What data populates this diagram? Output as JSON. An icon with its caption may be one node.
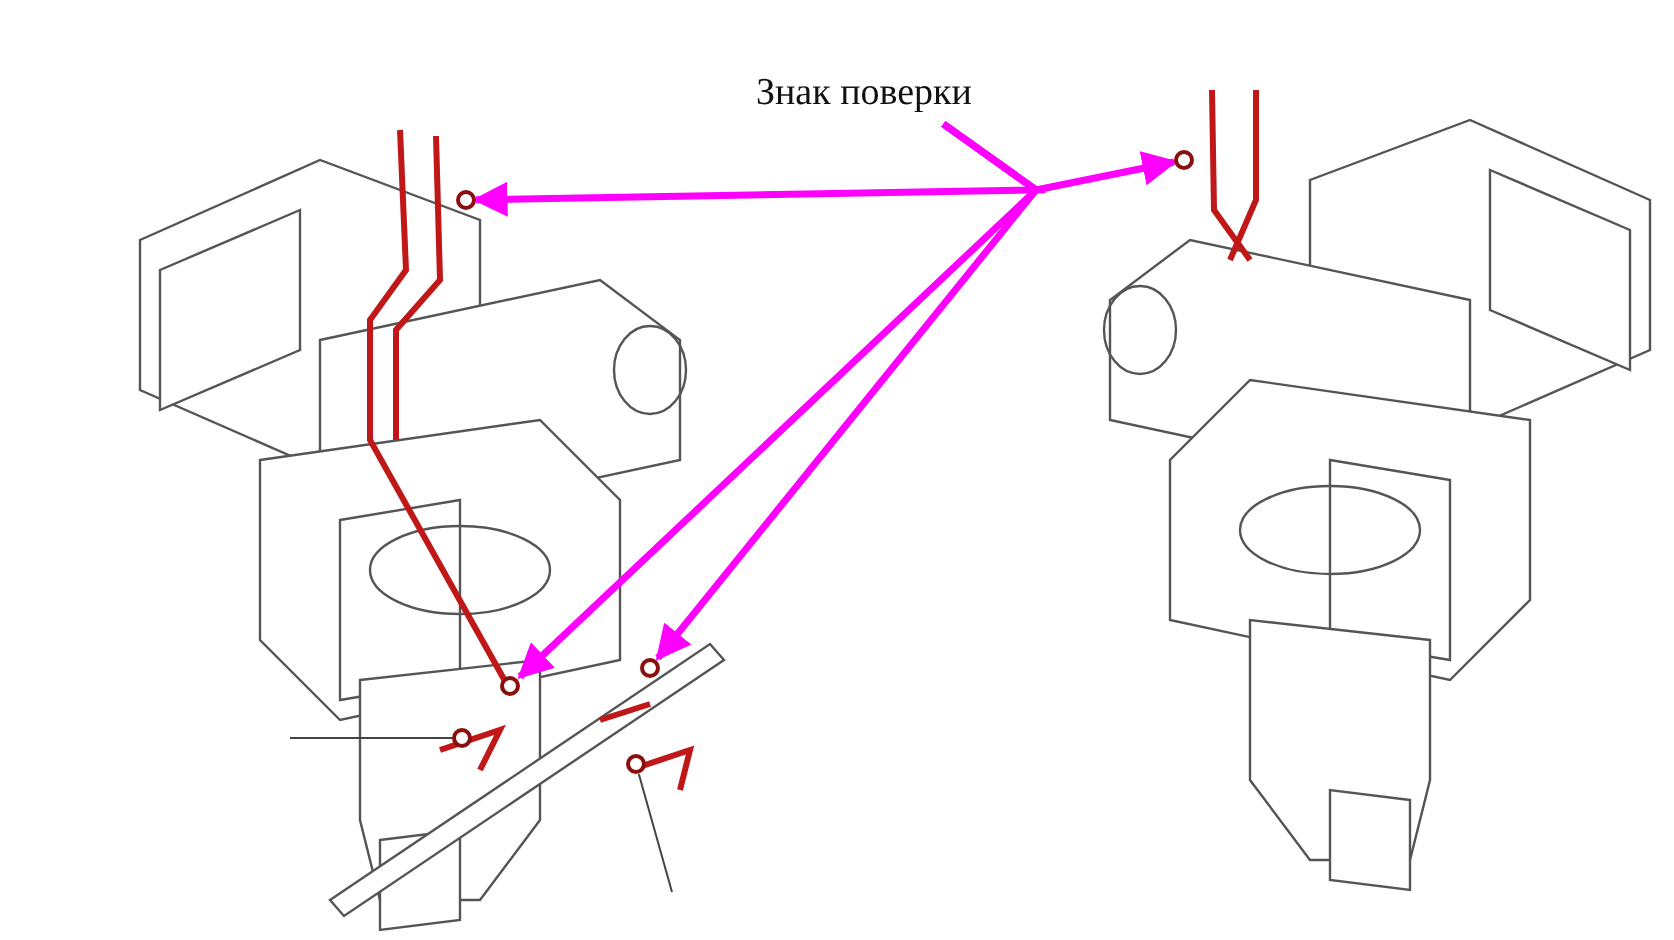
{
  "diagram": {
    "nodes": [
      {
        "text": [
          "Знак поверки"
        ]
      },
      {
        "text": [],
        "shape": "circle"
      },
      {
        "text": [],
        "shape": "circle"
      },
      {
        "text": [],
        "shape": "circle"
      },
      {
        "text": [],
        "shape": "circle"
      },
      {
        "text": [],
        "shape": "circle"
      },
      {
        "text": [],
        "shape": "circle"
      }
    ],
    "edges": [
      {
        "from": 0,
        "to": 1,
        "arrow": "to"
      },
      {
        "from": 0,
        "to": 2,
        "arrow": "to"
      },
      {
        "from": 0,
        "to": 3,
        "arrow": "to"
      },
      {
        "from": 0,
        "to": 4,
        "arrow": "to"
      },
      {
        "from": null,
        "to": 5,
        "arrow": "none",
        "color": "#444444"
      },
      {
        "from": null,
        "to": 6,
        "arrow": "none",
        "color": "#444444"
      }
    ]
  }
}
